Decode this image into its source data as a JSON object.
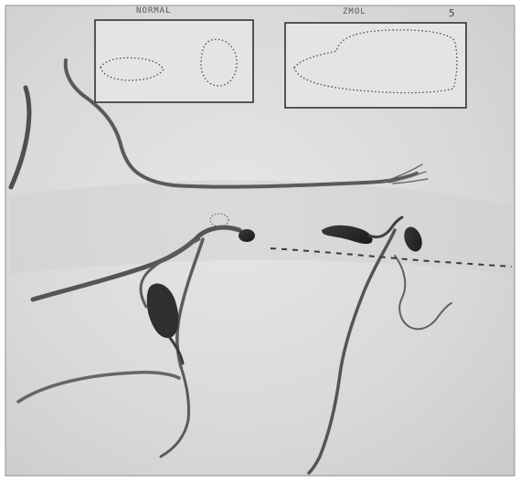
{
  "panel_labels": {
    "left": "NORMAL",
    "right": "ZMOL"
  },
  "figure_number": "5",
  "colors": {
    "paper": "#d9d9d9",
    "ink": "#2b2b2b",
    "pencil": "#6a6a6a"
  }
}
